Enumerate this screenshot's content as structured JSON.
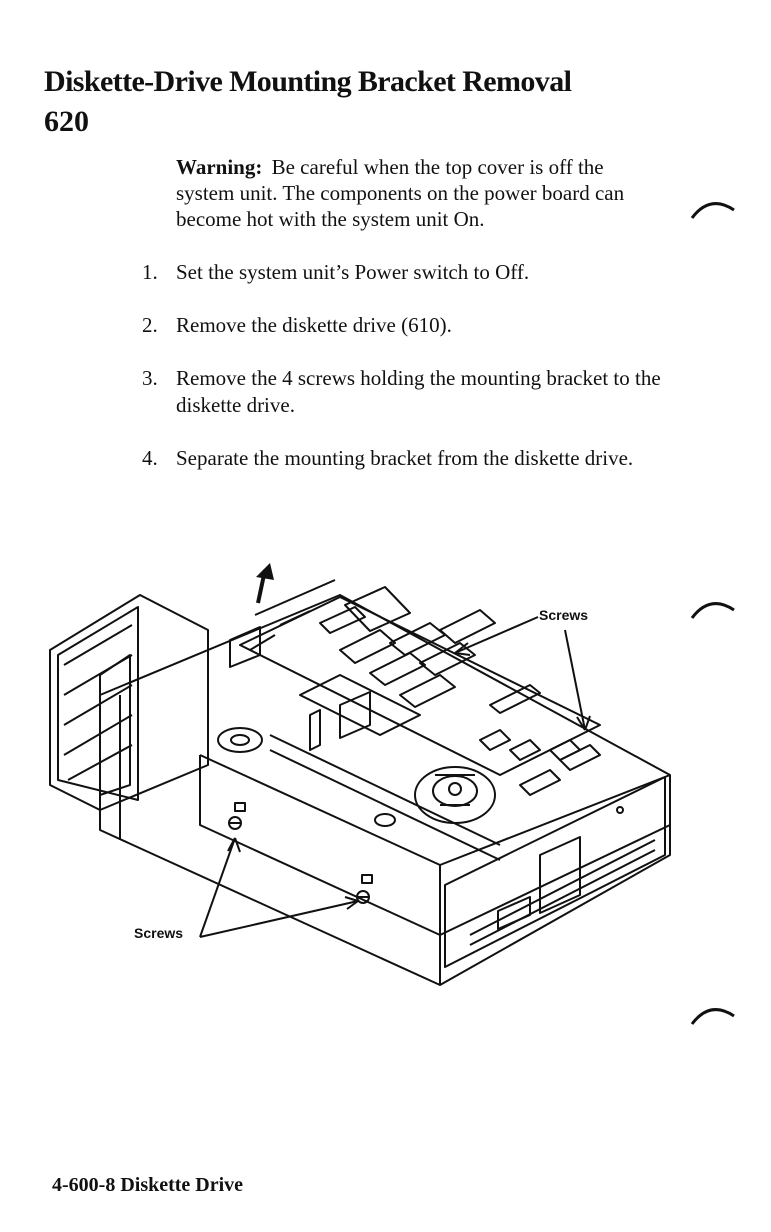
{
  "header": {
    "title": "Diskette-Drive Mounting Bracket Removal",
    "section_number": "620"
  },
  "warning": {
    "lead": "Warning:",
    "text": "Be careful when the top cover is off the system unit. The components on the power board can become hot with the system unit On."
  },
  "steps": [
    {
      "number": "1.",
      "text": "Set the system unit’s Power switch to Off."
    },
    {
      "number": "2.",
      "text": "Remove the diskette drive (610)."
    },
    {
      "number": "3.",
      "text": "Remove the 4 screws holding the mounting bracket to the diskette drive."
    },
    {
      "number": "4.",
      "text": "Separate the mounting bracket from the diskette drive."
    }
  ],
  "figure": {
    "label_top": "Screws",
    "label_bottom": "Screws"
  },
  "footer": {
    "text": "4-600-8 Diskette Drive"
  }
}
